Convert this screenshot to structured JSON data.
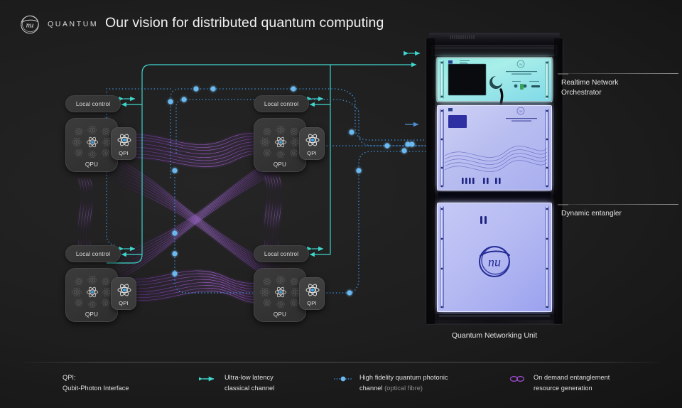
{
  "header": {
    "logo_text": "QUANTUM",
    "logo_mark": "nu-monogram-logo",
    "title": "Our vision for distributed quantum computing"
  },
  "colors": {
    "background": "#1e1e1e",
    "classical_channel": "#3fd9cf",
    "photonic_channel": "#4aa3e8",
    "photonic_node": "#6cb9f0",
    "entanglement": "#a24dd6",
    "panel": "#353535",
    "text": "#e6e6e6",
    "muted_text": "#8e8e8e"
  },
  "nodes": [
    {
      "id": "node-top-left",
      "local_control": "Local control",
      "qpu": "QPU",
      "qpi": "QPI"
    },
    {
      "id": "node-top-right",
      "local_control": "Local control",
      "qpu": "QPU",
      "qpi": "QPI"
    },
    {
      "id": "node-bottom-left",
      "local_control": "Local control",
      "qpu": "QPU",
      "qpi": "QPI"
    },
    {
      "id": "node-bottom-right",
      "local_control": "Local control",
      "qpu": "QPU",
      "qpi": "QPI"
    }
  ],
  "rack": {
    "caption": "Quantum Networking Unit",
    "logo_mark": "nu-monogram-logo",
    "units": [
      {
        "id": "orchestrator-unit",
        "callout": "Realtime Network\nOrchestrator",
        "callout_line1": "Realtime Network",
        "callout_line2": "Orchestrator"
      },
      {
        "id": "entangler-unit",
        "callout": "Dynamic entangler",
        "callout_line1": "Dynamic entangler",
        "callout_line2": ""
      }
    ]
  },
  "legend": [
    {
      "icon": "qpi-abbreviation",
      "line1": "QPI:",
      "line2": "Qubit-Photon Interface",
      "line2_muted": ""
    },
    {
      "icon": "double-arrow-icon",
      "line1": "Ultra-low latency",
      "line2": "classical channel",
      "line2_muted": ""
    },
    {
      "icon": "dotted-node-icon",
      "line1": "High fidelity quantum photonic",
      "line2": "channel ",
      "line2_muted": "(optical fibre)"
    },
    {
      "icon": "entanglement-loop-icon",
      "line1": "On demand entanglement",
      "line2": "resource generation",
      "line2_muted": ""
    }
  ]
}
